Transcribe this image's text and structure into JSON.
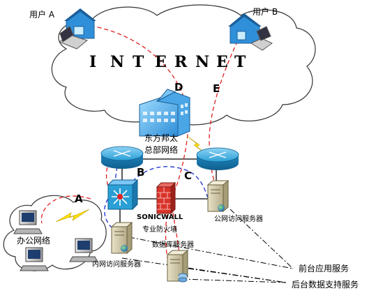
{
  "users": {
    "a": "用户 A",
    "b": "用户 B"
  },
  "internet_letters": [
    "I",
    "N",
    "T",
    "E",
    "R",
    "N",
    "E",
    "T"
  ],
  "path_labels": {
    "a": "A",
    "b": "B",
    "c": "C",
    "d": "D",
    "e": "E"
  },
  "headquarters": {
    "line1": "东方邦太",
    "line2": "总部网络"
  },
  "firewall": {
    "brand": "SONICWALL",
    "caption": "专业防火墙"
  },
  "servers": {
    "public": "公网访问服务器",
    "intranet": "内网访问服务器",
    "database": "数据库服务器"
  },
  "office_network": "办公网络",
  "legend": {
    "front": "前台应用服务",
    "back": "后台数据支持服务"
  },
  "icons": [
    "cloud-icon",
    "house-laptop-icon",
    "building-icon",
    "router-icon",
    "switch-icon",
    "firewall-icon",
    "server-icon",
    "pc-icon",
    "lightning-icon"
  ],
  "colors": {
    "cloud_fill": "#ffffff",
    "cloud_stroke": "#333333",
    "house": "#2f8fd8",
    "router": "#2a9fd6",
    "firewall_brick": "#d9342b",
    "lightning": "#ffe000",
    "red_path": "#e02020",
    "blue_path": "#1a2fd0",
    "dashdot_line": "#000000"
  }
}
